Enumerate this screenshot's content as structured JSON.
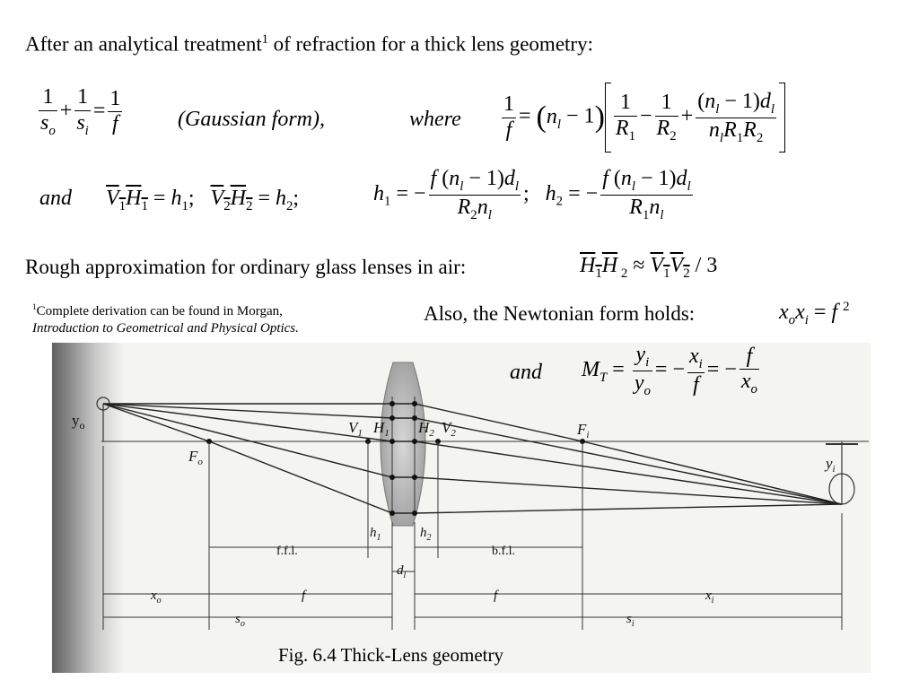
{
  "intro": {
    "text_before": "After an analytical treatment",
    "footnote_mark": "1",
    "text_after": " of refraction for a thick lens geometry:"
  },
  "gaussian_label": "(Gaussian form),",
  "where_label": "where",
  "and_label": "and",
  "approx_text": "Rough approximation for ordinary glass lenses in air:",
  "footnote": {
    "mark": "1",
    "line1": "Complete derivation can be found in Morgan,",
    "line2": "Introduction to Geometrical and Physical Optics."
  },
  "newtonian_text": "Also, the Newtonian form holds:",
  "figure": {
    "caption": "Fig. 6.4  Thick-Lens geometry",
    "labels": {
      "yo": "y",
      "yo_sub": "o",
      "yi": "y",
      "yi_sub": "i",
      "v1": "V",
      "v1_sub": "1",
      "h1": "H",
      "h1_sub": "1",
      "h2": "H",
      "h2_sub": "2",
      "v2": "V",
      "v2_sub": "2",
      "fi": "F",
      "fi_sub": "i",
      "fo": "F",
      "fo_sub": "o",
      "ffl": "f.f.l.",
      "bfl": "b.f.l.",
      "dim_h1": "h",
      "dim_h1_sub": "1",
      "dim_h2": "h",
      "dim_h2_sub": "2",
      "dl": "d",
      "dl_sub": "l",
      "xo": "x",
      "xo_sub": "o",
      "f_left": "f",
      "f_right": "f",
      "xi": "x",
      "xi_sub": "i",
      "so": "s",
      "so_sub": "o",
      "si": "s",
      "si_sub": "i"
    }
  },
  "colors": {
    "text": "#000000",
    "background": "#ffffff",
    "figure_paper": "#f4f4f1",
    "lens": "#b4b4b4"
  }
}
